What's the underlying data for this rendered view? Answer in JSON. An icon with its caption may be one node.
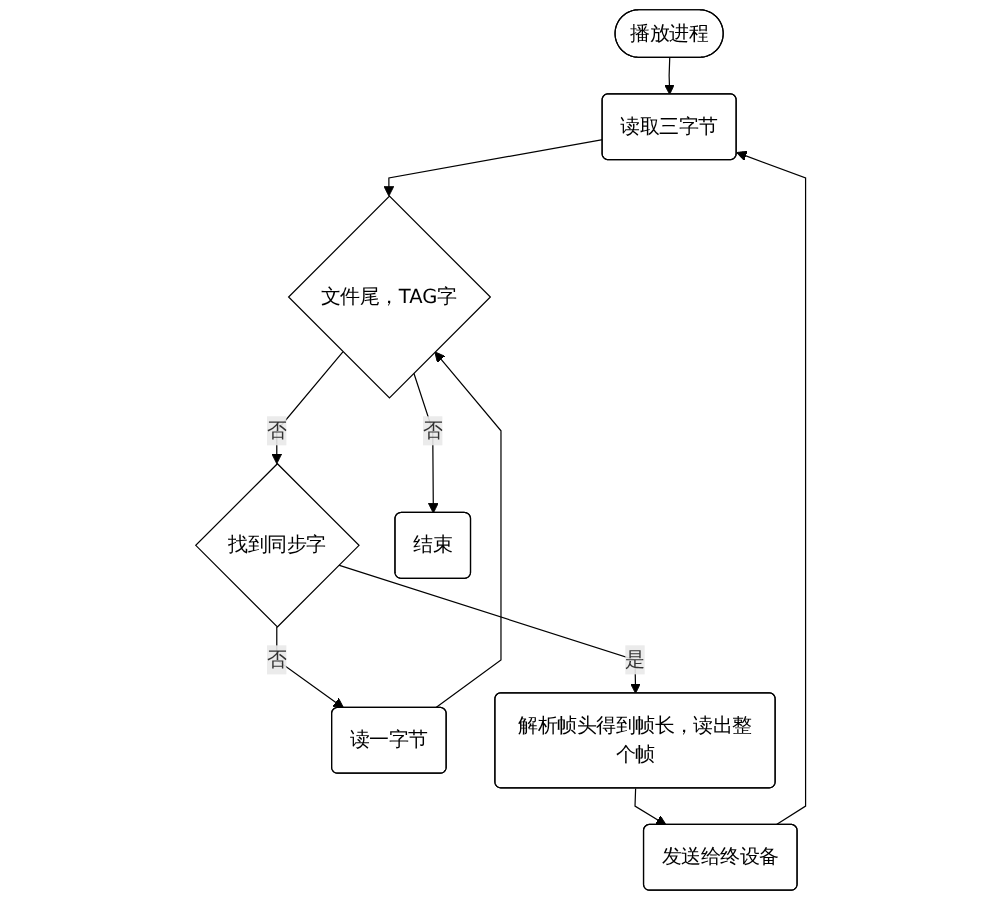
{
  "diagram": {
    "nodes": [
      {
        "text": [
          "播放进程"
        ]
      },
      {
        "text": [
          "读取三字节"
        ]
      },
      {
        "text": [
          "文件尾，TAG字"
        ]
      },
      {
        "text": [
          "找到同步字"
        ]
      },
      {
        "text": [
          "读一字节"
        ]
      },
      {
        "text": [
          "解析帧头得到帧长，读出整个帧"
        ]
      },
      {
        "text": [
          "发送给终设备"
        ]
      },
      {
        "text": [
          "结束"
        ]
      }
    ],
    "edges": [
      {
        "from": 0,
        "to": 1,
        "arrow": "to"
      },
      {
        "from": 1,
        "to": 2,
        "arrow": "to"
      },
      {
        "from": 2,
        "to": 3,
        "label": "否",
        "arrow": "to"
      },
      {
        "from": 2,
        "to": 7,
        "label": "否",
        "arrow": "to"
      },
      {
        "from": 3,
        "to": 4,
        "label": "否",
        "arrow": "to"
      },
      {
        "from": 4,
        "to": 2,
        "arrow": "to"
      },
      {
        "from": 3,
        "to": 5,
        "label": "是",
        "arrow": "to"
      },
      {
        "from": 5,
        "to": 6,
        "arrow": "to"
      },
      {
        "from": 6,
        "to": 1,
        "arrow": "to"
      }
    ]
  }
}
